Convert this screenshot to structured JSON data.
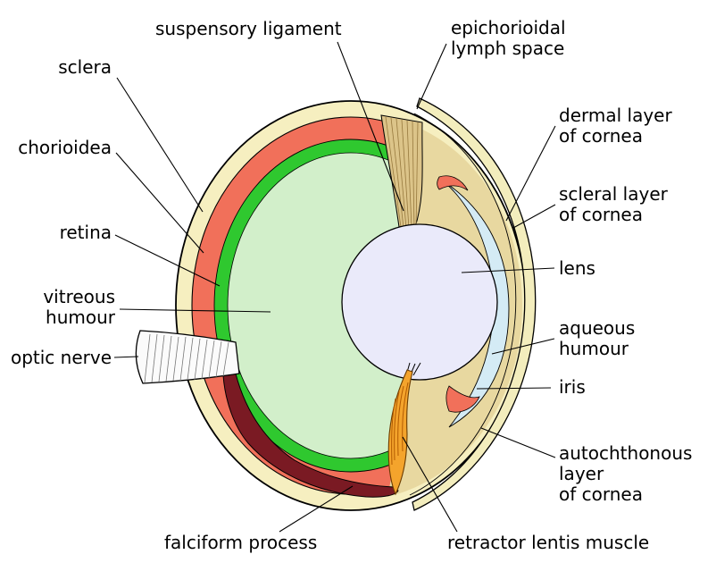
{
  "diagram": {
    "labels": {
      "suspensory_ligament": "suspensory ligament",
      "epichorioidal_lymph_space": "epichorioidal\nlymph space",
      "sclera": "sclera",
      "chorioidea": "chorioidea",
      "retina": "retina",
      "vitreous_humour": "vitreous\nhumour",
      "optic_nerve": "optic nerve",
      "dermal_layer": "dermal layer\nof cornea",
      "scleral_layer": "scleral layer\nof cornea",
      "lens": "lens",
      "aqueous_humour": "aqueous\nhumour",
      "iris": "iris",
      "autochthonous_layer": "autochthonous\nlayer\nof cornea",
      "falciform_process": "falciform process",
      "retractor_lentis_muscle": "retractor lentis muscle"
    },
    "colors": {
      "sclera": "#f6efc0",
      "chorioidea": "#f1705a",
      "retina": "#2fc82f",
      "vitreous_humour": "#d2efca",
      "cornea_tan": "#e8d8a0",
      "cornea_outer": "#f3edbd",
      "aqueous_humour": "#d4ebf5",
      "lens": "#eaeafa",
      "suspensory_ligament": "#dcc489",
      "iris": "#f1705a",
      "retractor_muscle": "#f4a42c",
      "falciform_process": "#7a1a23",
      "optic_nerve": "#fbfbfb",
      "background": "#ffffff"
    }
  }
}
